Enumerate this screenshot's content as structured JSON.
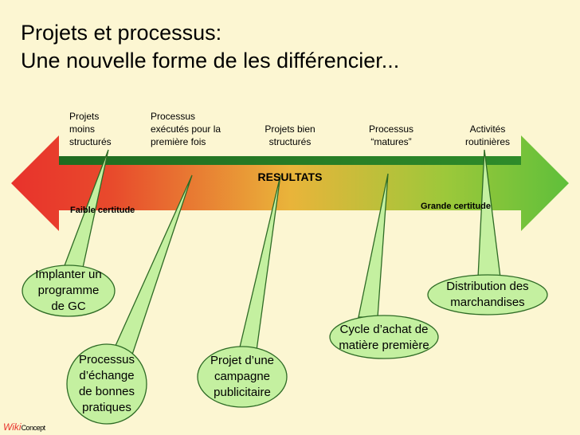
{
  "title": {
    "line1": "Projets et processus:",
    "line2": "Une nouvelle forme de les différencier..."
  },
  "scale": {
    "center_label": "RESULTATS",
    "left_label": "Faible certitude",
    "right_label": "Grande certitude",
    "stages": [
      {
        "lines": [
          "Projets",
          "moins",
          "structurés"
        ]
      },
      {
        "lines": [
          "Processus",
          "exécutés pour la",
          "première fois"
        ]
      },
      {
        "lines": [
          "Projets bien",
          "structurés"
        ]
      },
      {
        "lines": [
          "Processus",
          "“matures”"
        ]
      },
      {
        "lines": [
          "Activités",
          "routinières"
        ]
      }
    ]
  },
  "examples": [
    {
      "lines": [
        "Implanter un",
        "programme",
        "de GC"
      ]
    },
    {
      "lines": [
        "Processus",
        "d’échange",
        "de bonnes",
        "pratiques"
      ]
    },
    {
      "lines": [
        "Projet d’une",
        "campagne",
        "publicitaire"
      ]
    },
    {
      "lines": [
        "Cycle d’achat de",
        "matière première"
      ]
    },
    {
      "lines": [
        "Distribution des",
        "marchandises"
      ]
    }
  ],
  "colors": {
    "background": "#FCF6D2",
    "arrow_left": "#E8322C",
    "arrow_mid": "#E9B43A",
    "arrow_right": "#5FBF3A",
    "bubble": "#C4F0A0",
    "bubble_stroke": "#2E6B25"
  },
  "footer": {
    "wiki": "Wiki",
    "concept": "Concept"
  }
}
